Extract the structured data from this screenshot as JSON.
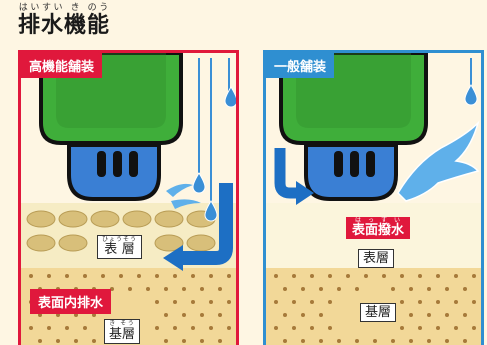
{
  "title": {
    "text": "排水機能",
    "ruby": "はいすい き のう"
  },
  "left_panel": {
    "heading": "高機能舗装",
    "surface_layer": {
      "text": "表層",
      "ruby": "ひょうそう"
    },
    "base_layer": {
      "text": "基層",
      "ruby": "き そう"
    },
    "drainage_label": "表面内排水"
  },
  "right_panel": {
    "heading": "一般舗装",
    "repellent_label": {
      "text": "表面撥水",
      "ruby": "はっすい"
    },
    "surface_layer": {
      "text": "表層"
    },
    "base_layer": {
      "text": "基層"
    }
  },
  "colors": {
    "left_accent": "#e0183c",
    "right_accent": "#2f8fd1",
    "car_green": "#3fae3a",
    "tire_blue": "#3a7fd4",
    "rain_blue": "#3a8fd6",
    "gravel": "#d8bf7a",
    "surface_bg": "#f6ecc4",
    "base_bg": "#f2d898"
  }
}
